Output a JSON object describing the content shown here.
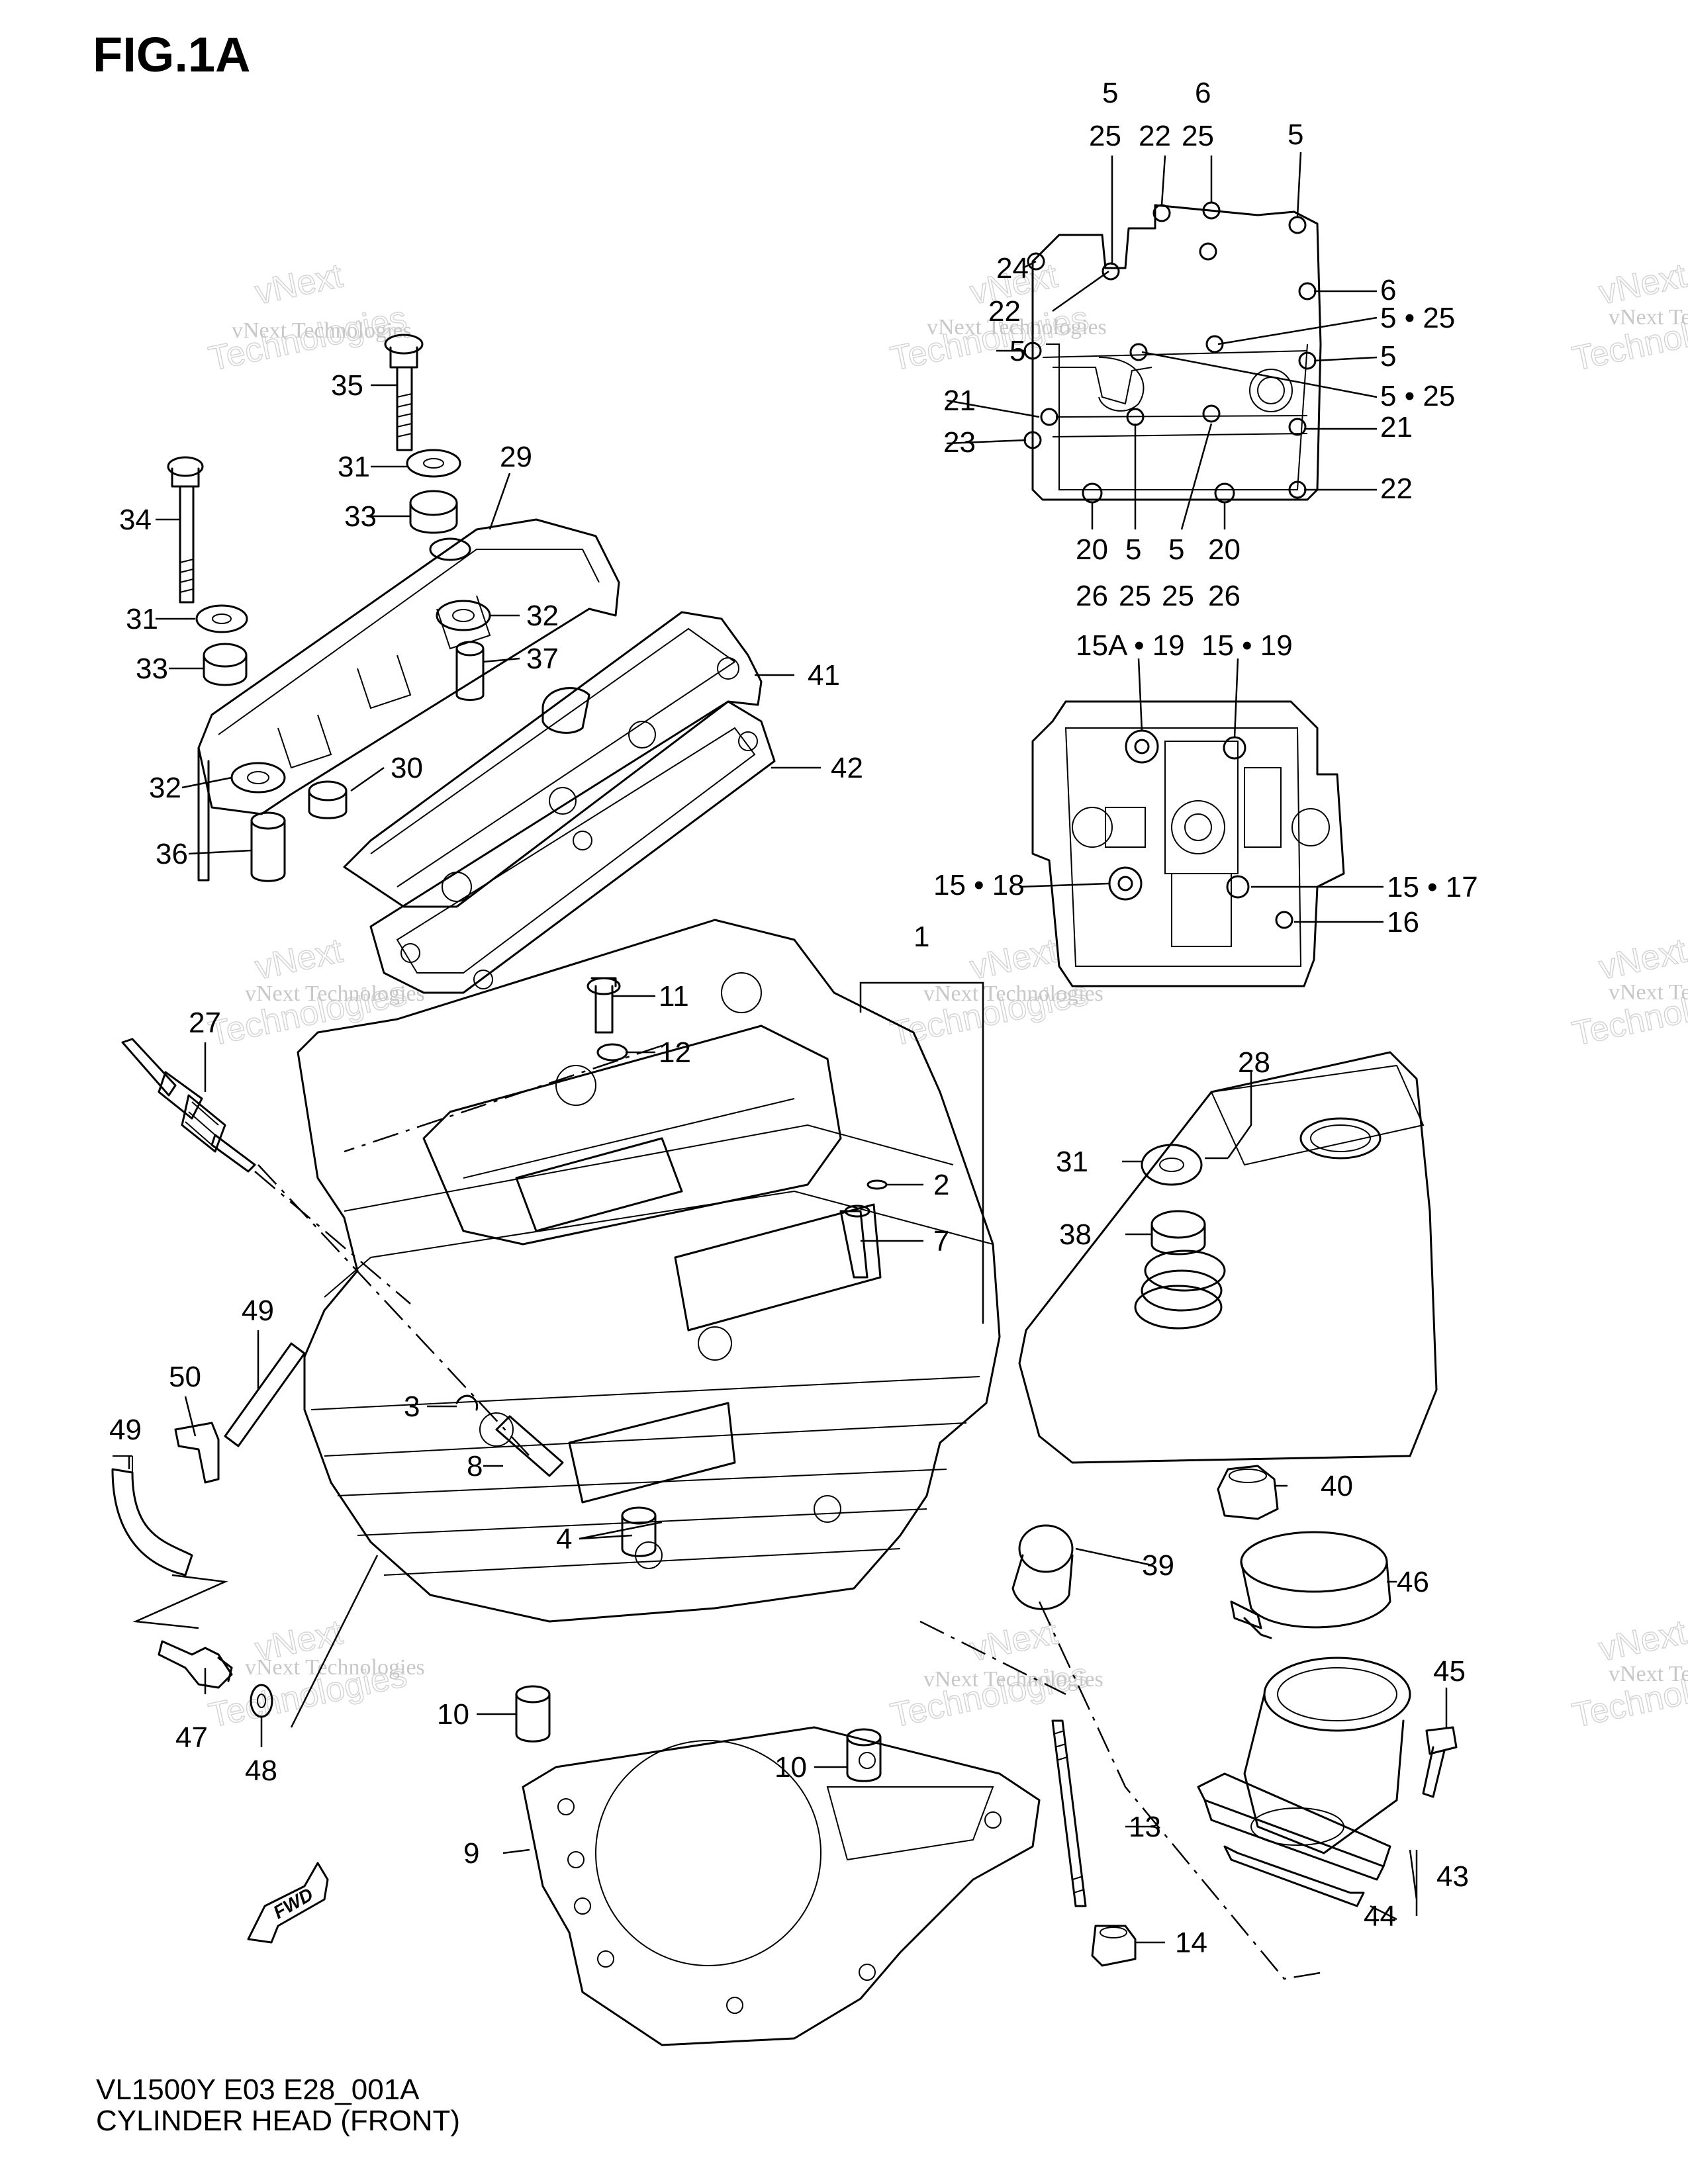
{
  "figure": {
    "title": "FIG.1A",
    "model_code": "VL1500Y E03 E28_001A",
    "assembly_name": "CYLINDER HEAD (FRONT)",
    "fwd_arrow_label": "FWD"
  },
  "watermark": {
    "line1": "vNext Technologies",
    "line2": "vNext",
    "line3": "Technologies"
  },
  "callouts": [
    {
      "id": "c5a",
      "text": "5"
    },
    {
      "id": "c25a",
      "text": "25"
    },
    {
      "id": "c22a",
      "text": "22"
    },
    {
      "id": "c6a",
      "text": "6"
    },
    {
      "id": "c25b",
      "text": "25"
    },
    {
      "id": "c5b",
      "text": "5"
    },
    {
      "id": "c24",
      "text": "24"
    },
    {
      "id": "c6b",
      "text": "6"
    },
    {
      "id": "c22b",
      "text": "22"
    },
    {
      "id": "c5c",
      "text": "5"
    },
    {
      "id": "c525a",
      "text": "5 • 25"
    },
    {
      "id": "c5d",
      "text": "5"
    },
    {
      "id": "c525b",
      "text": "5 • 25"
    },
    {
      "id": "c21a",
      "text": "21"
    },
    {
      "id": "c21b",
      "text": "21"
    },
    {
      "id": "c23",
      "text": "23"
    },
    {
      "id": "c22c",
      "text": "22"
    },
    {
      "id": "c20a",
      "text": "20"
    },
    {
      "id": "c5e",
      "text": "5"
    },
    {
      "id": "c5f",
      "text": "5"
    },
    {
      "id": "c20b",
      "text": "20"
    },
    {
      "id": "c26a",
      "text": "26"
    },
    {
      "id": "c25c",
      "text": "25"
    },
    {
      "id": "c25d",
      "text": "25"
    },
    {
      "id": "c26b",
      "text": "26"
    },
    {
      "id": "c15a19",
      "text": "15A • 19"
    },
    {
      "id": "c1519",
      "text": "15 • 19"
    },
    {
      "id": "c1518",
      "text": "15 • 18"
    },
    {
      "id": "c1517",
      "text": "15 • 17"
    },
    {
      "id": "c16",
      "text": "16"
    },
    {
      "id": "c35",
      "text": "35"
    },
    {
      "id": "c31a",
      "text": "31"
    },
    {
      "id": "c29",
      "text": "29"
    },
    {
      "id": "c33a",
      "text": "33"
    },
    {
      "id": "c34",
      "text": "34"
    },
    {
      "id": "c31b",
      "text": "31"
    },
    {
      "id": "c32a",
      "text": "32"
    },
    {
      "id": "c37",
      "text": "37"
    },
    {
      "id": "c33b",
      "text": "33"
    },
    {
      "id": "c41",
      "text": "41"
    },
    {
      "id": "c42",
      "text": "42"
    },
    {
      "id": "c30",
      "text": "30"
    },
    {
      "id": "c32b",
      "text": "32"
    },
    {
      "id": "c36",
      "text": "36"
    },
    {
      "id": "c1",
      "text": "1"
    },
    {
      "id": "c11",
      "text": "11"
    },
    {
      "id": "c12",
      "text": "12"
    },
    {
      "id": "c27",
      "text": "27"
    },
    {
      "id": "c2",
      "text": "2"
    },
    {
      "id": "c7",
      "text": "7"
    },
    {
      "id": "c28",
      "text": "28"
    },
    {
      "id": "c31c",
      "text": "31"
    },
    {
      "id": "c38",
      "text": "38"
    },
    {
      "id": "c49a",
      "text": "49"
    },
    {
      "id": "c50",
      "text": "50"
    },
    {
      "id": "c49b",
      "text": "49"
    },
    {
      "id": "c3",
      "text": "3"
    },
    {
      "id": "c8",
      "text": "8"
    },
    {
      "id": "c4",
      "text": "4"
    },
    {
      "id": "c40",
      "text": "40"
    },
    {
      "id": "c39",
      "text": "39"
    },
    {
      "id": "c46",
      "text": "46"
    },
    {
      "id": "c47",
      "text": "47"
    },
    {
      "id": "c48",
      "text": "48"
    },
    {
      "id": "c10a",
      "text": "10"
    },
    {
      "id": "c10b",
      "text": "10"
    },
    {
      "id": "c45",
      "text": "45"
    },
    {
      "id": "c13",
      "text": "13"
    },
    {
      "id": "c9",
      "text": "9"
    },
    {
      "id": "c43",
      "text": "43"
    },
    {
      "id": "c44",
      "text": "44"
    },
    {
      "id": "c14",
      "text": "14"
    }
  ]
}
